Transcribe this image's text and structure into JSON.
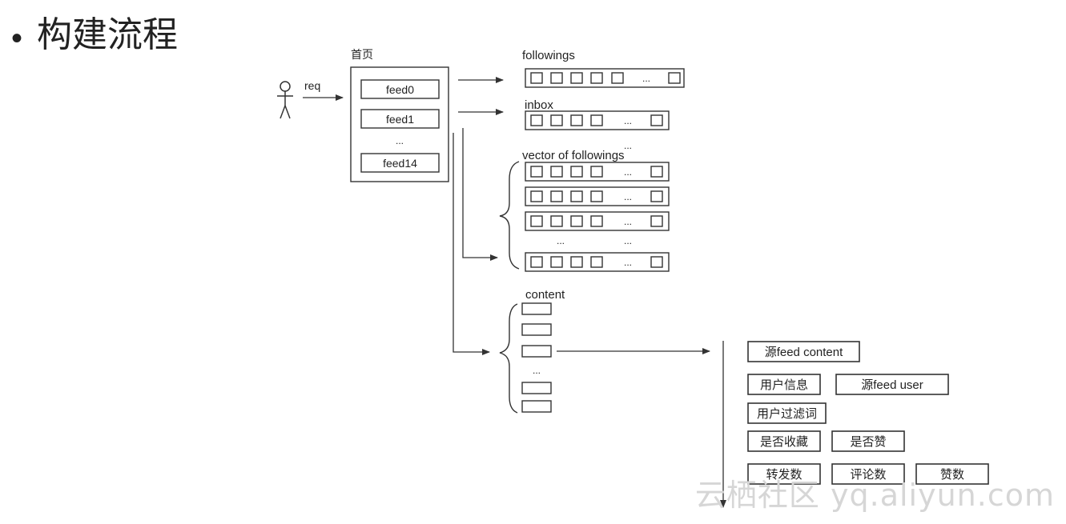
{
  "slide": {
    "bullet": "•",
    "title": "构建流程"
  },
  "watermark": "云栖社区 yq.aliyun.com",
  "diagram": {
    "req_label": "req",
    "homepage_label": "首页",
    "feeds": [
      "feed0",
      "feed1",
      "feed14"
    ],
    "feeds_ellipsis": "...",
    "followings_label": "followings",
    "inbox_label": "inbox",
    "vector_label": "vector of followings",
    "content_label": "content",
    "ellipsis": "...",
    "details": {
      "source_content": "源feed content",
      "user_info": "用户信息",
      "source_user": "源feed user",
      "user_filter": "用户过滤词",
      "is_favorited": "是否收藏",
      "is_liked": "是否赞",
      "reposts": "转发数",
      "comments": "评论数",
      "likes": "赞数"
    }
  },
  "colors": {
    "stroke": "#333333",
    "text": "#222222",
    "watermark": "#d6d6d6"
  }
}
